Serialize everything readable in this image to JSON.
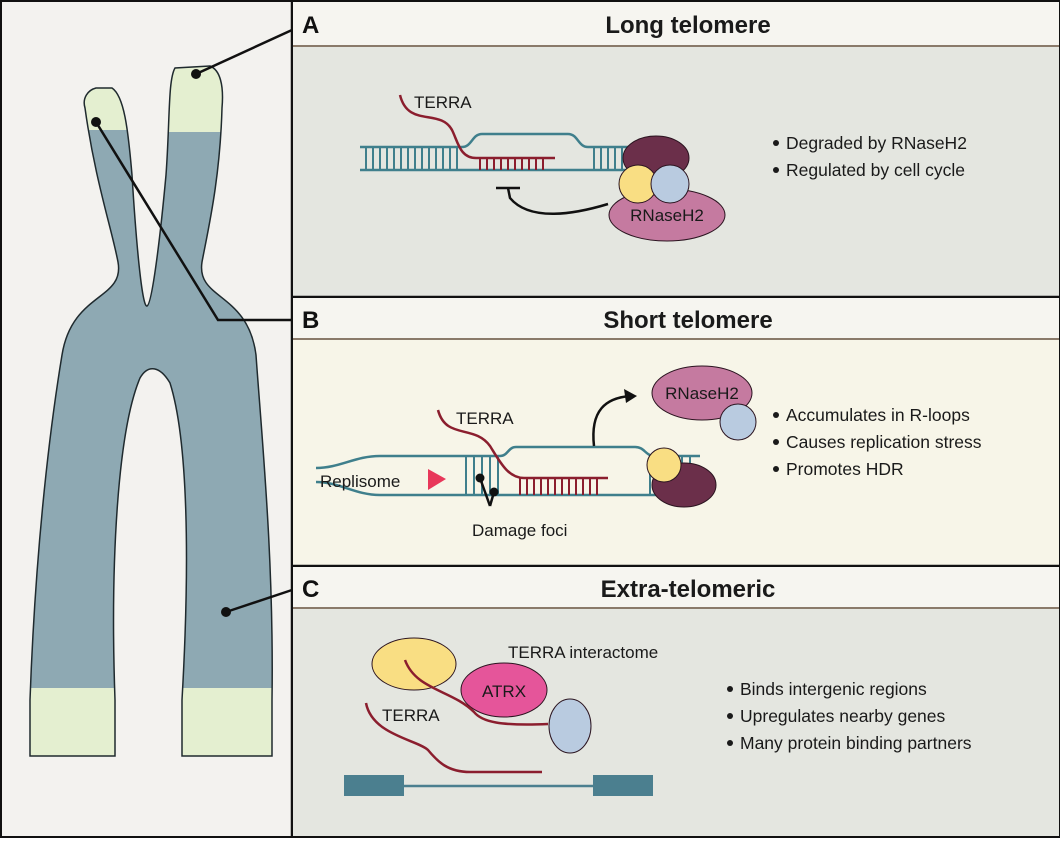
{
  "panels": [
    {
      "letter": "A",
      "title": "Long telomere",
      "labels": {
        "terra": "TERRA",
        "enzyme": "RNaseH2"
      },
      "bullets": [
        "Degraded by RNaseH2",
        "Regulated by cell cycle"
      ]
    },
    {
      "letter": "B",
      "title": "Short telomere",
      "labels": {
        "terra": "TERRA",
        "enzyme": "RNaseH2",
        "replisome": "Replisome",
        "damage": "Damage foci"
      },
      "bullets": [
        "Accumulates in R-loops",
        "Causes replication stress",
        "Promotes HDR"
      ]
    },
    {
      "letter": "C",
      "title": "Extra-telomeric",
      "labels": {
        "terra": "TERRA",
        "interactome": "TERRA interactome",
        "atrx": "ATRX"
      },
      "bullets": [
        "Binds intergenic regions",
        "Upregulates nearby genes",
        "Many protein binding partners"
      ]
    }
  ],
  "colors": {
    "chromosome": "#8ea9b3",
    "telomere": "#e4efd0",
    "dna": "#3f7f8c",
    "rna": "#8b1e2e",
    "rnaseh2": "#c57aa0",
    "subunit_dark": "#6b2f4a",
    "subunit_yellow": "#f9de83",
    "subunit_blue": "#b9cbe0",
    "atrx": "#e5559a",
    "replisome": "#e8375a",
    "gene_block": "#4b7f8f"
  }
}
